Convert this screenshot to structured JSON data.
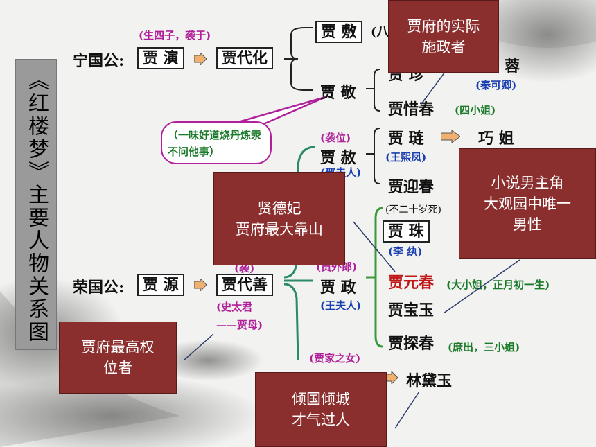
{
  "title": "《红楼梦》主要人物关系图",
  "ningguo": {
    "label": "宁国公:",
    "note": "(生四子，袭于)",
    "gen1": "贾 演",
    "gen2": "贾代化",
    "son1": "贾 敷",
    "son1_suffix": "(八",
    "son2": "贾 敬",
    "grandson1": "贾 珍",
    "grandson1_tail": "蓉",
    "grandson1_spouse": "(秦可卿)",
    "granddaughter": "贾惜春",
    "granddaughter_note": "(四小姐)",
    "bubble": "（一味好道烧丹炼汞不问他事）"
  },
  "rongguo": {
    "label": "荣国公:",
    "gen1": "贾 源",
    "gen2": "贾代善",
    "gen2_note_top": "(袭)",
    "gen2_spouse": "(史太君\n——贾母)",
    "she": "贾 赦",
    "she_note": "(袭位)",
    "she_spouse": "(邢夫人)",
    "lian": "贾 琏",
    "lian_spouse": "(王熙凤)",
    "qiaojie": "巧 姐",
    "yingchun": "贾迎春",
    "zheng": "贾 政",
    "zheng_note": "(员外郎)",
    "zheng_spouse": "(王夫人)",
    "zhu": "贾 珠",
    "zhu_note": "(不二十岁死)",
    "zhu_spouse": "(李 纨)",
    "yuanchun": "贾元春",
    "yuanchun_note": "(大小姐，正月初一生)",
    "baoyu": "贾宝玉",
    "tanchun": "贾探春",
    "tanchun_note": "(庶出，三小姐)",
    "daughter_note": "(贾家之女)",
    "daiyu": "林黛玉"
  },
  "callouts": {
    "jiazhen": "贾府的实际\n施政者",
    "baoyu": "小说男主角\n大观园中唯一\n男性",
    "yuanchun": "贤德妃\n贾府最大靠山",
    "jiamu": "贾府最高权\n位者",
    "daiyu": "倾国倾城\n才气过人"
  },
  "colors": {
    "callout_bg": "#8b2e2e",
    "note_pink": "#b0209a",
    "note_blue": "#1a3fb0",
    "note_green": "#1a7a2a",
    "yuanchun_red": "#c01818",
    "arrow_fill": "#f0b070"
  }
}
